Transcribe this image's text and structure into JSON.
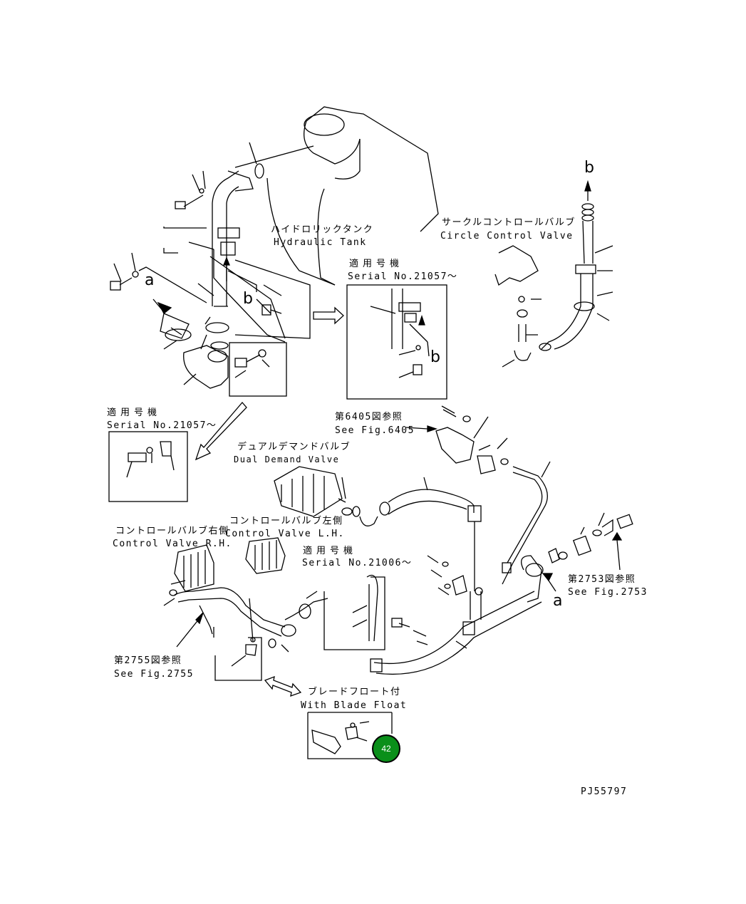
{
  "labels": {
    "hydraulic_tank_jp": "ハイドロリックタンク",
    "hydraulic_tank_en": "Hydraulic Tank",
    "circle_control_valve_jp": "サークルコントロールバルブ",
    "circle_control_valve_en": "Circle Control Valve",
    "serial_top_jp": "適用号機",
    "serial_top_en": "Serial No.21057～",
    "serial_left_jp": "適用号機",
    "serial_left_en": "Serial No.21057～",
    "see_fig_6405_jp": "第6405図参照",
    "see_fig_6405_en": "See Fig.6405",
    "dual_demand_valve_jp": "デュアルデマンドバルブ",
    "dual_demand_valve_en": "Dual Demand Valve",
    "control_valve_rh_jp": "コントロールバルブ右側",
    "control_valve_rh_en": "Control Valve R.H.",
    "control_valve_lh_jp": "コントロールバルブ左側",
    "control_valve_lh_en": "Control Valve L.H.",
    "serial_mid_jp": "適用号機",
    "serial_mid_en": "Serial No.21006～",
    "see_fig_2753_jp": "第2753図参照",
    "see_fig_2753_en": "See Fig.2753",
    "see_fig_2755_jp": "第2755図参照",
    "see_fig_2755_en": "See Fig.2755",
    "blade_float_jp": "ブレードフロート付",
    "blade_float_en": "With Blade Float",
    "drawing_number": "PJ55797"
  },
  "callouts": {
    "a_top": "a",
    "b_left": "b",
    "b_inset": "b",
    "b_right": "b",
    "a_right": "a"
  },
  "page_badge": "42",
  "colors": {
    "line": "#000000",
    "background": "#ffffff",
    "badge": "#0a8f1a"
  }
}
